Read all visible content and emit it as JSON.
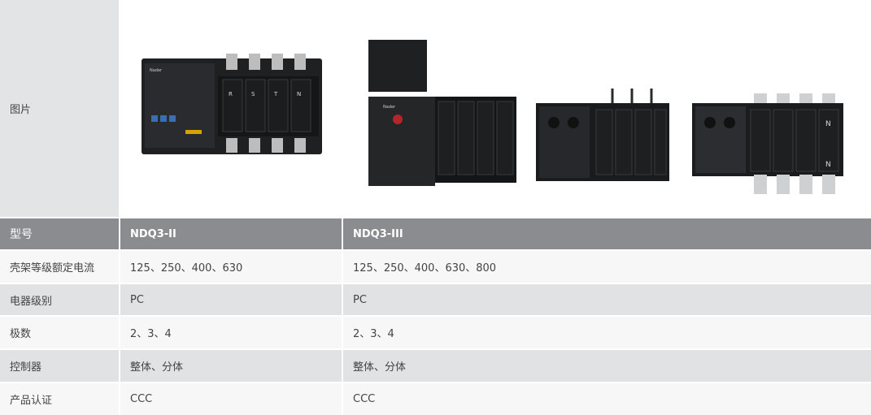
{
  "table": {
    "image_row_label": "图片",
    "header": {
      "label": "型号",
      "col1": "NDQ3-II",
      "col2": "NDQ3-III"
    },
    "rows": [
      {
        "label": "壳架等级额定电流",
        "col1": "125、250、400、630",
        "col2": "125、250、400、630、800"
      },
      {
        "label": "电器级别",
        "col1": "PC",
        "col2": "PC"
      },
      {
        "label": "极数",
        "col1": "2、3、4",
        "col2": "2、3、4"
      },
      {
        "label": "控制器",
        "col1": "整体、分体",
        "col2": "整体、分体"
      },
      {
        "label": "产品认证",
        "col1": "CCC",
        "col2": "CCC"
      }
    ]
  },
  "product_images": {
    "ndq3_ii": {
      "brand": "Nader",
      "poles": [
        "R",
        "S",
        "T",
        "N"
      ]
    },
    "ndq3_iii": {
      "brand": "Nader",
      "poles": [
        "N",
        "N"
      ]
    }
  },
  "colors": {
    "header_bg": "#8a8c8f",
    "row_light": "#f7f7f8",
    "row_dark": "#e1e2e4",
    "image_label_bg": "#e3e4e6"
  }
}
